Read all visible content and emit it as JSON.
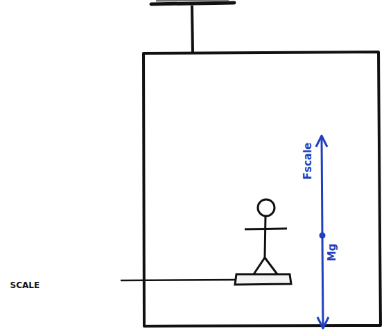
{
  "diagram": {
    "labels": [
      "SCALE",
      "Fscale",
      "Mg"
    ]
  }
}
